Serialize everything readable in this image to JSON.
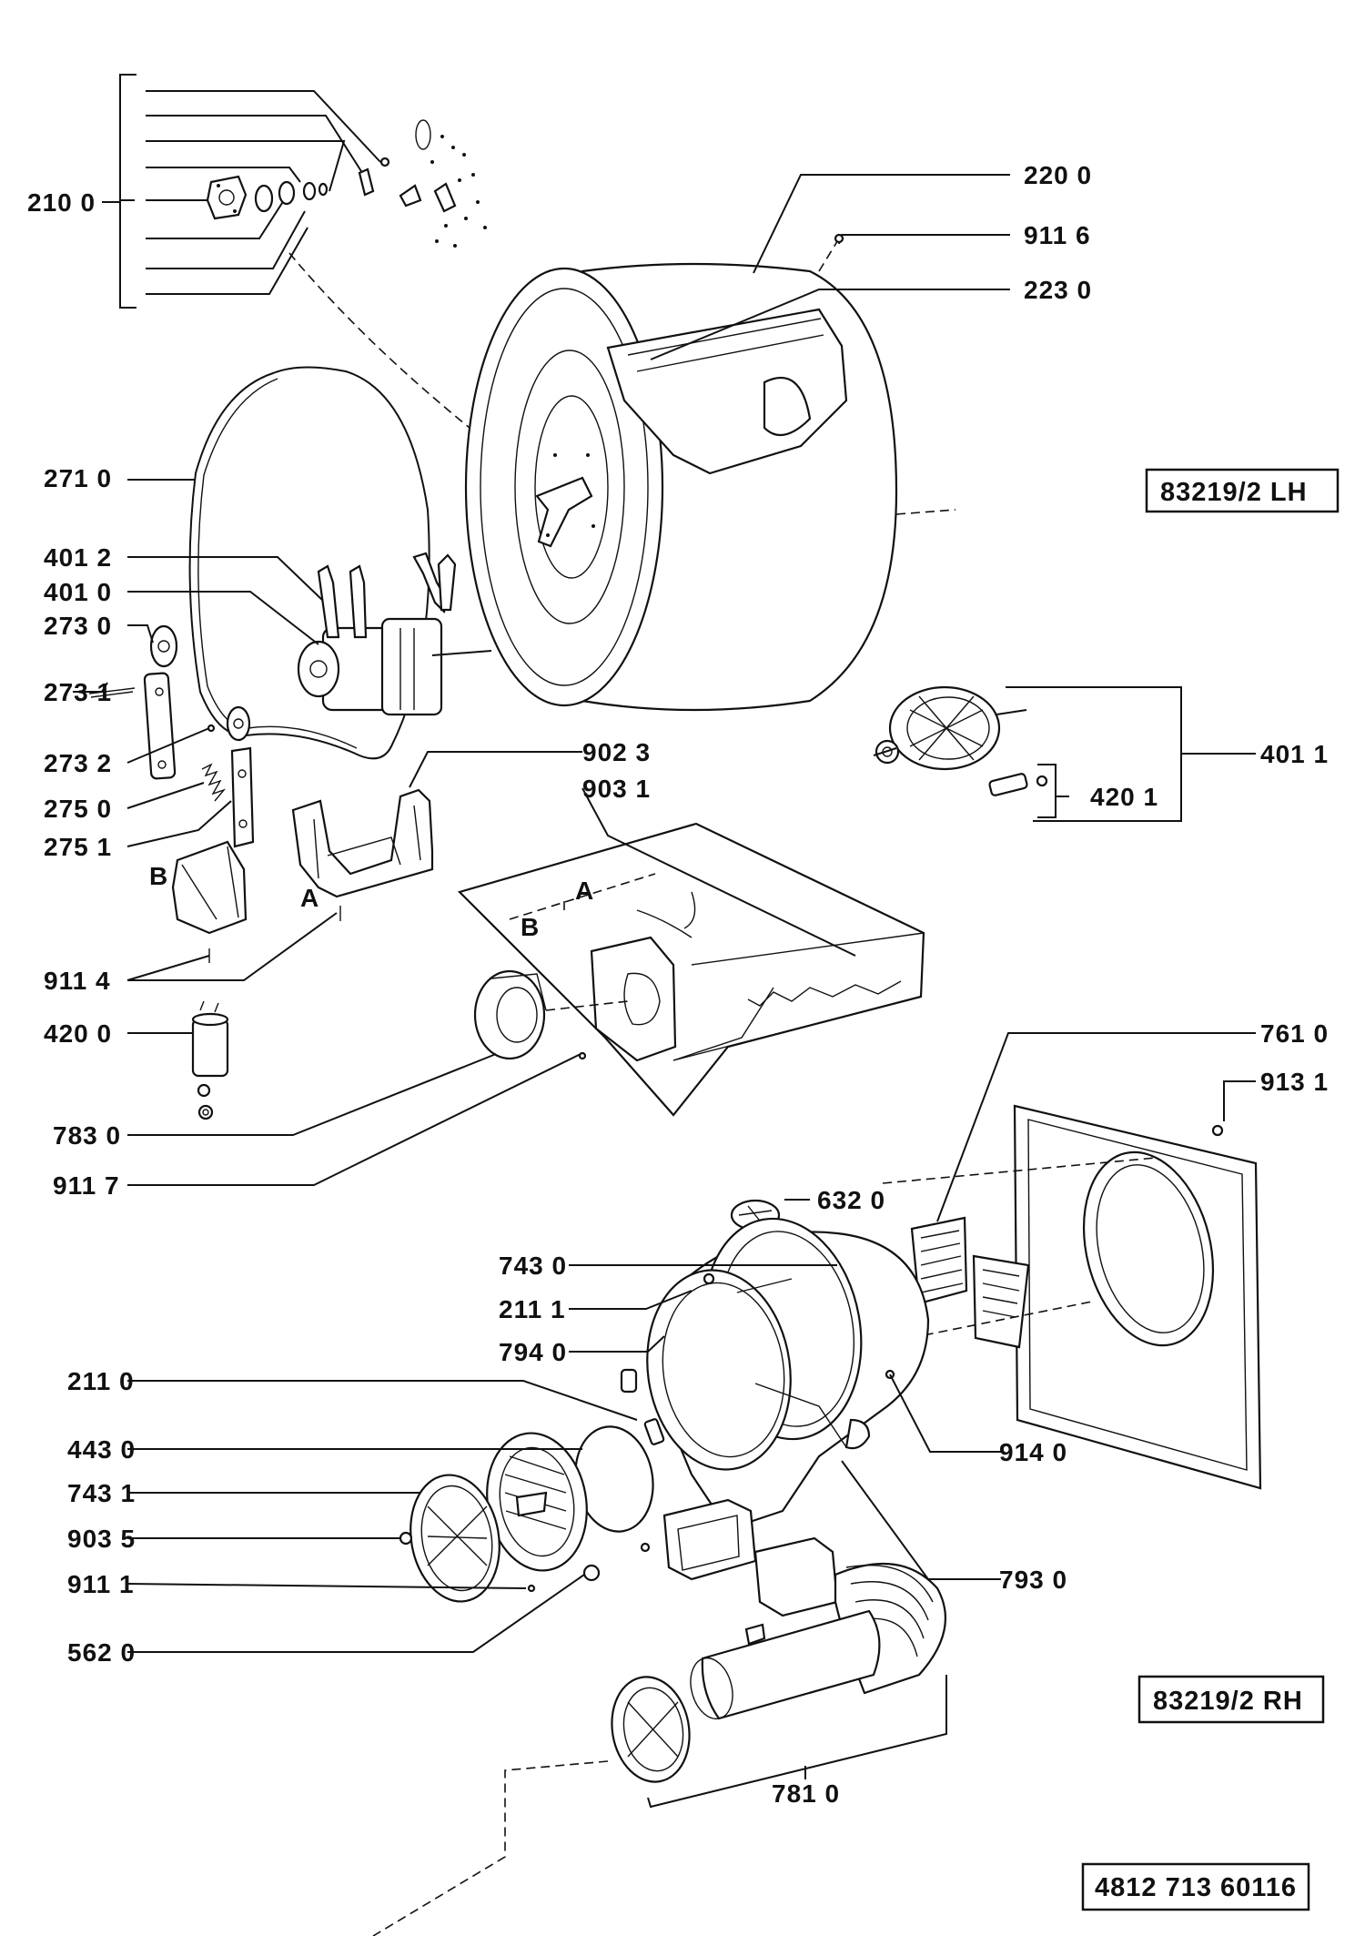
{
  "callouts": {
    "c2100": "210 0",
    "c2710": "271 0",
    "c4012": "401 2",
    "c4010": "401 0",
    "c2730": "273 0",
    "c2731": "273 1",
    "c2732": "273 2",
    "c2750": "275 0",
    "c2751": "275 1",
    "c9114": "911 4",
    "c4200": "420 0",
    "c7830": "783 0",
    "c9117": "911 7",
    "c2200": "220 0",
    "c9116": "911 6",
    "c2230": "223 0",
    "c4011": "401 1",
    "c4201": "420 1",
    "c9023": "902 3",
    "c9031": "903 1",
    "c7610": "761 0",
    "c9131": "913 1",
    "c6320": "632 0",
    "c7430": "743 0",
    "c2111": "211 1",
    "c7940": "794 0",
    "c2110": "211 0",
    "c4430": "443 0",
    "c7431": "743 1",
    "c9035": "903 5",
    "c9111": "911 1",
    "c5620": "562 0",
    "c9140": "914 0",
    "c7930": "793 0",
    "c7810": "781 0"
  },
  "letters": {
    "a1": "A",
    "b1": "B",
    "a2": "A",
    "b2": "B"
  },
  "references": {
    "lh": "83219/2 LH",
    "rh": "83219/2 RH",
    "doc": "4812 713 60116"
  }
}
